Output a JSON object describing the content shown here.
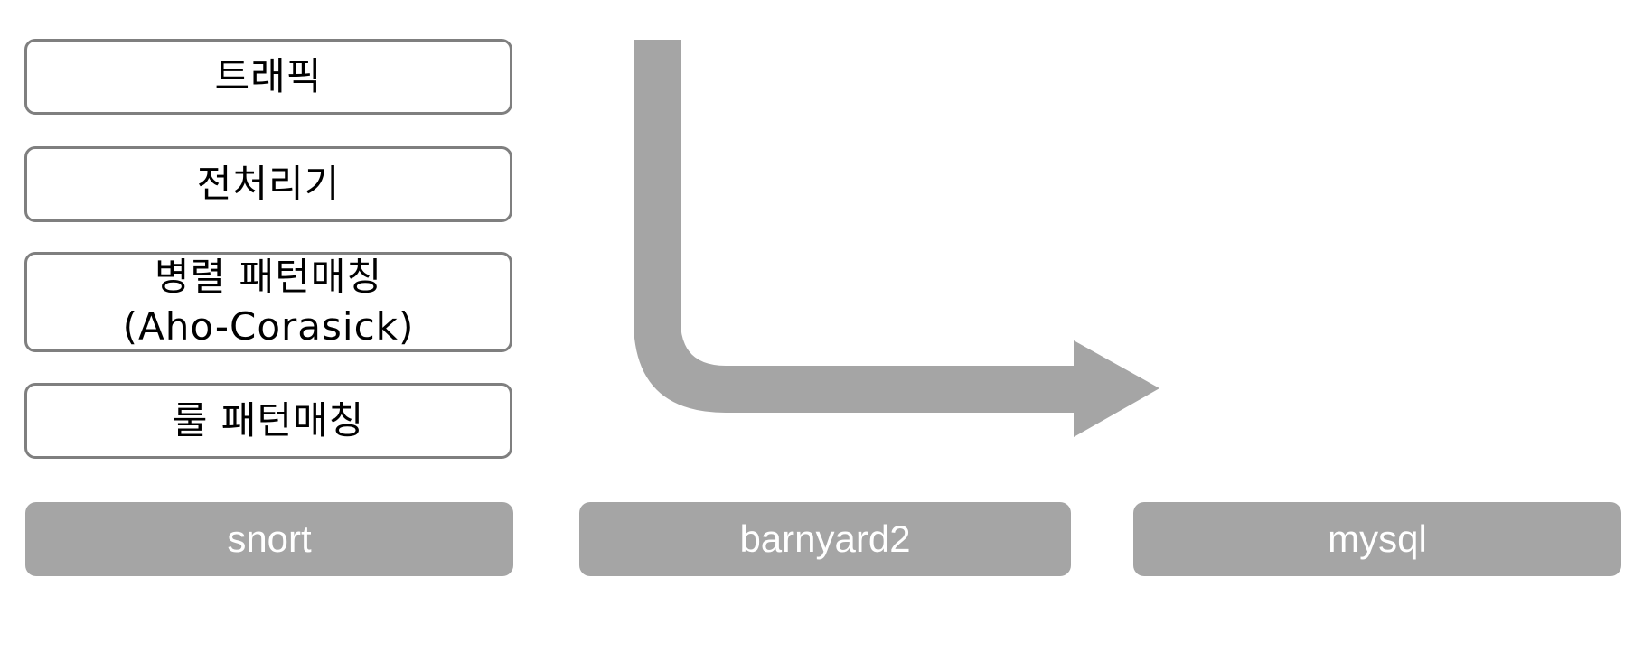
{
  "steps": {
    "traffic": "트래픽",
    "preprocessor": "전처리기",
    "parallel_matching_line1": "병렬 패턴매칭",
    "parallel_matching_line2": "(Aho-Corasick)",
    "rule_matching": "룰 패턴매칭"
  },
  "components": {
    "snort": "snort",
    "barnyard2": "barnyard2",
    "mysql": "mysql"
  },
  "colors": {
    "box_border": "#7f7f7f",
    "component_fill": "#a5a5a5",
    "arrow_fill": "#a5a5a5",
    "component_text": "#ffffff"
  }
}
